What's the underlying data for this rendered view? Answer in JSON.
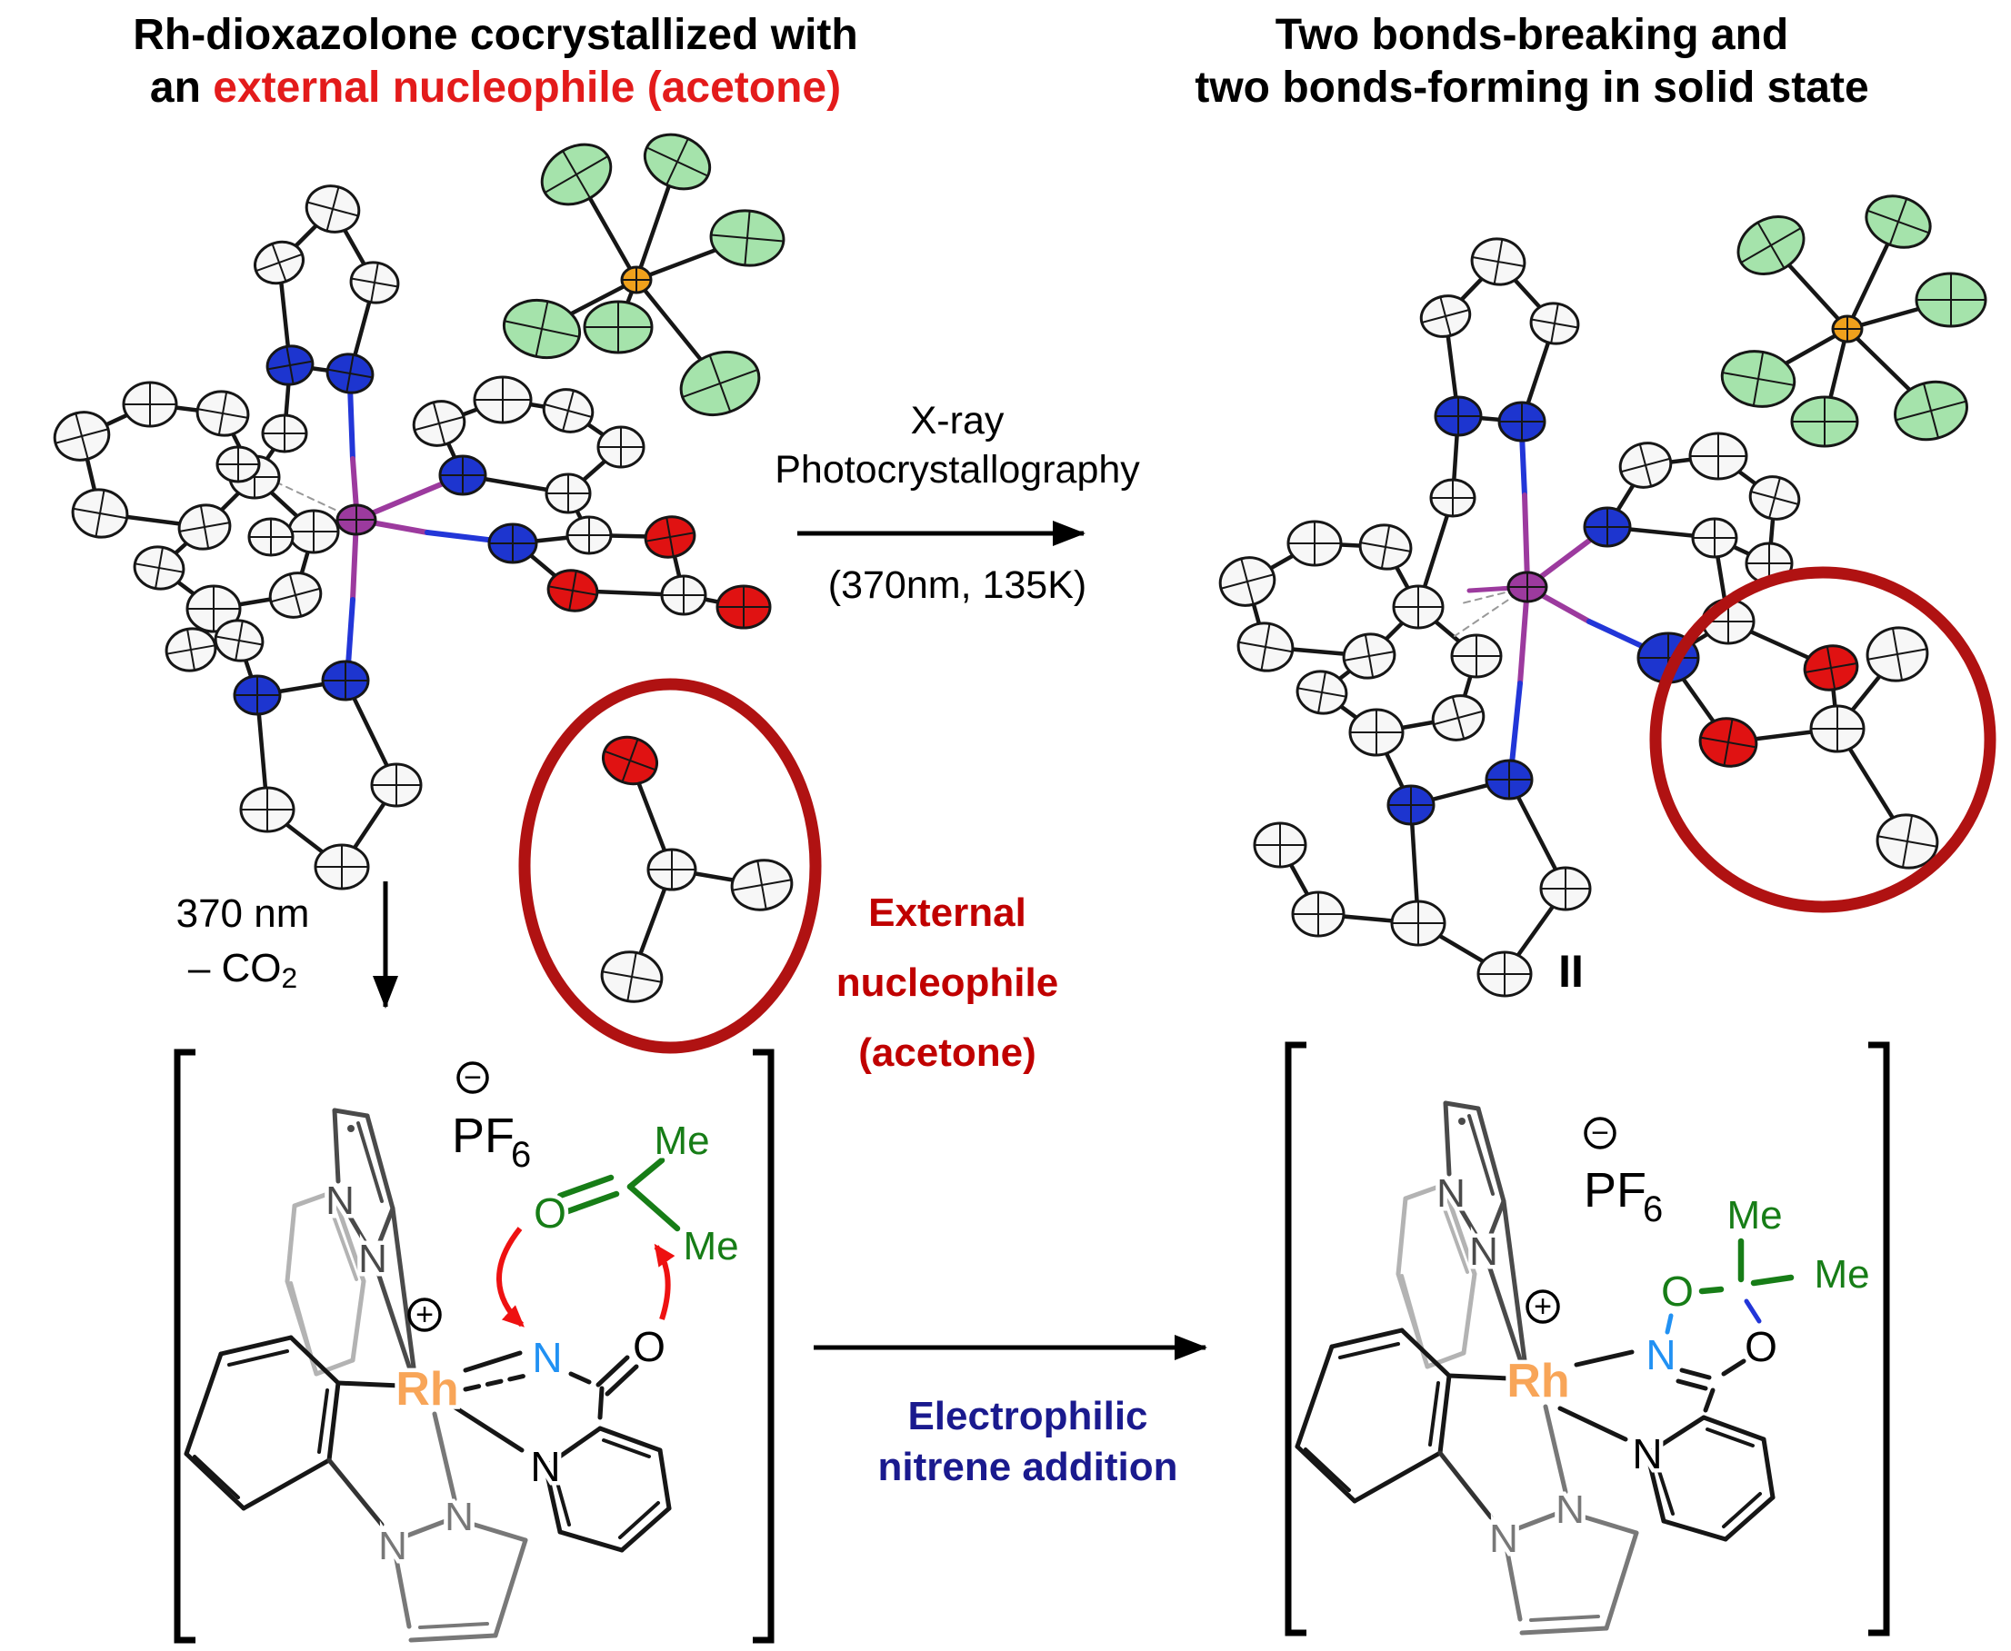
{
  "titles": {
    "left_line1": "Rh-dioxazolone cocrystallized with",
    "left_line2_black": "an ",
    "left_line2_red": "external nucleophile (acetone)",
    "right_line1": "Two bonds-breaking and",
    "right_line2": "two bonds-forming in solid state"
  },
  "xray_arrow": {
    "line1": "X-ray",
    "line2": "Photocrystallography",
    "condition": "(370nm, 135K)"
  },
  "photolysis": {
    "line1": "370 nm",
    "line2_prefix": "– CO",
    "line2_sub": "2"
  },
  "nucleophile": {
    "line1": "External",
    "line2": "nucleophile",
    "line3": "(acetone)"
  },
  "product_label": "II",
  "reaction_label": {
    "line1": "Electrophilic",
    "line2": "nitrene addition"
  },
  "chem_labels": {
    "pf": "PF",
    "pf_sub": "6",
    "minus": "−",
    "plus": "+",
    "rhodium": "Rh",
    "nitrogen": "N",
    "oxygen": "O",
    "methyl": "Me"
  },
  "colors": {
    "title_red": "#e31b1b",
    "annotation_red": "#c00000",
    "circle_red": "#b01212",
    "arrow_red": "#ee1111",
    "navy_blue": "#1a1a8e",
    "green": "#177d17",
    "blue_nitrogen": "#2191f3",
    "orange_rhodium": "#f8a558",
    "grey_dark": "#4a4a4a",
    "grey_mid": "#787878",
    "grey_light": "#b3b3b3",
    "bond_black": "#161616",
    "ellipsoid_white": "#f7f7f7",
    "ellipsoid_blue": "#1d35cf",
    "ellipsoid_red": "#e01212",
    "ellipsoid_green": "#a5e3ab",
    "ellipsoid_phosphorus": "#f0a11c",
    "ellipsoid_rhodium": "#9c3a9e"
  }
}
